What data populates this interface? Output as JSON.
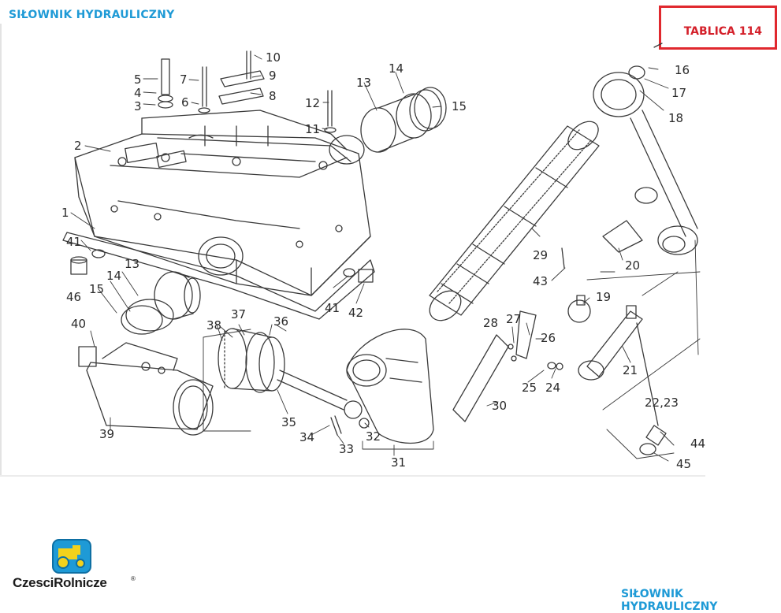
{
  "header": {
    "title": "SIŁOWNIK HYDRAULICZNY"
  },
  "plate": {
    "label": "TABLICA 114",
    "color": "#d4202a"
  },
  "footer": {
    "title": "SIŁOWNIK HYDRAULICZNY"
  },
  "brand": {
    "name": "CzesciRolnicze",
    "display": "CzesciRolnicze",
    "color": "#1e9ad6"
  },
  "callouts": [
    "1",
    "2",
    "3",
    "4",
    "5",
    "6",
    "7",
    "8",
    "9",
    "10",
    "11",
    "12",
    "13",
    "14",
    "15",
    "16",
    "17",
    "18",
    "19",
    "20",
    "21",
    "22,23",
    "24",
    "25",
    "26",
    "27",
    "28",
    "29",
    "30",
    "31",
    "32",
    "33",
    "34",
    "35",
    "36",
    "37",
    "38",
    "39",
    "40",
    "41",
    "41",
    "42",
    "43",
    "44",
    "45",
    "46",
    "13",
    "14",
    "15"
  ]
}
